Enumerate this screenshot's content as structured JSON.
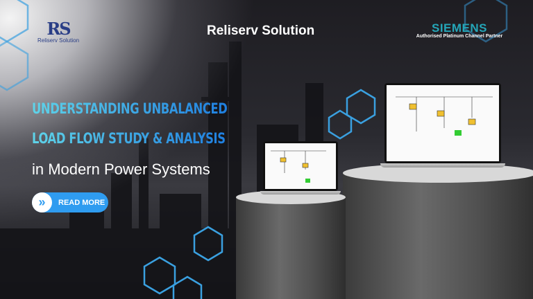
{
  "header": {
    "logo_text": "RS",
    "logo_subtitle": "Reliserv Solution",
    "brand_title": "Reliserv Solution",
    "partner_logo": "SIEMENS",
    "partner_subtitle": "Authorised Platinum Channel Partner"
  },
  "hero": {
    "headline_line1": "UNDERSTANDING UNBALANCED",
    "headline_line2": "LOAD FLOW STUDY & ANALYSIS",
    "subheadline": "in Modern Power Systems",
    "cta_label": "READ MORE",
    "cta_icon": "double-chevron-right-icon"
  },
  "colors": {
    "accent": "#2f9cf0",
    "headline_gradient_start": "#5fd3e8",
    "headline_gradient_end": "#1f7fe0",
    "siemens": "#24a6b8",
    "hexagon": "#3aa0e0"
  }
}
